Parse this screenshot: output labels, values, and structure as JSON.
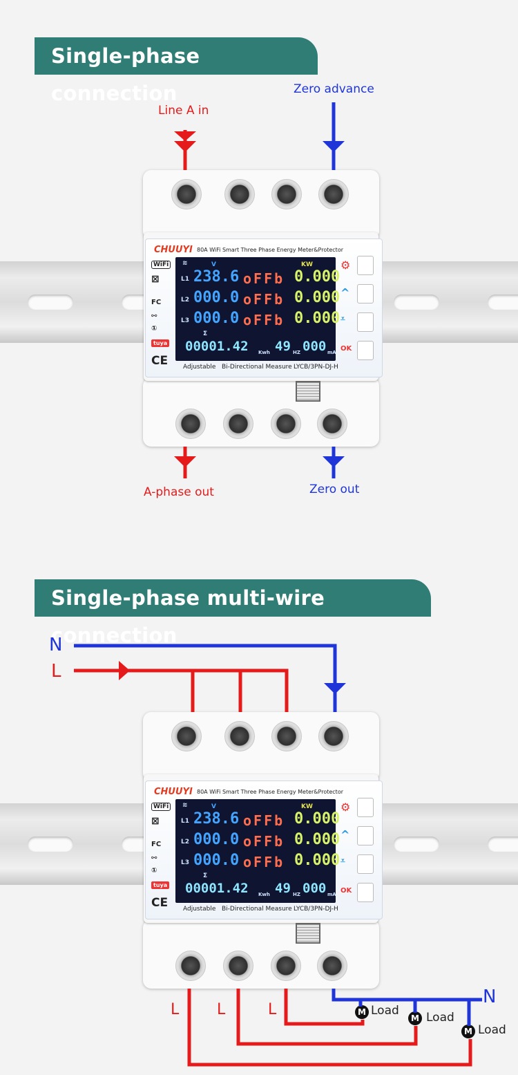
{
  "section1": {
    "title": "Single-phase connection",
    "labels": {
      "line_a_in": "Line A in",
      "zero_advance": "Zero advance",
      "a_phase_out": "A-phase out",
      "zero_out": "Zero out"
    }
  },
  "section2": {
    "title": "Single-phase multi-wire connection",
    "labels": {
      "n_in": "N",
      "l_in": "L",
      "n_out": "N",
      "l1": "L",
      "l2": "L",
      "l3": "L",
      "load": "Load",
      "motor": "M"
    }
  },
  "meter": {
    "brand": "CHUUYI",
    "header": "80A  WiFi Smart Three Phase Energy Meter&Protector",
    "v": "V",
    "kw": "KW",
    "rows": [
      {
        "line": "L1",
        "volt": "238.6",
        "status": "oFFb",
        "power": "0.000"
      },
      {
        "line": "L2",
        "volt": "000.0",
        "status": "oFFb",
        "power": "0.000"
      },
      {
        "line": "L3",
        "volt": "000.0",
        "status": "oFFb",
        "power": "0.000"
      }
    ],
    "sigma": "Σ",
    "energy": "00001.42",
    "kwh": "Kwh",
    "freq": "49",
    "hz": "HZ",
    "current": "000",
    "ma": "mA",
    "footer": {
      "left": "Adjustable",
      "mid": "Bi-Directional Measure",
      "right": "LYCB/3PN-DJ-H"
    },
    "badges": {
      "wifi": "WiFi",
      "fc": "FC",
      "tuya": "tuya",
      "ce": "CE",
      "one": "①"
    },
    "buttons": {
      "ok": "OK"
    }
  },
  "colors": {
    "banner": "#2f7d75",
    "red_wire": "#e51b1b",
    "blue_wire": "#1f35d8"
  }
}
